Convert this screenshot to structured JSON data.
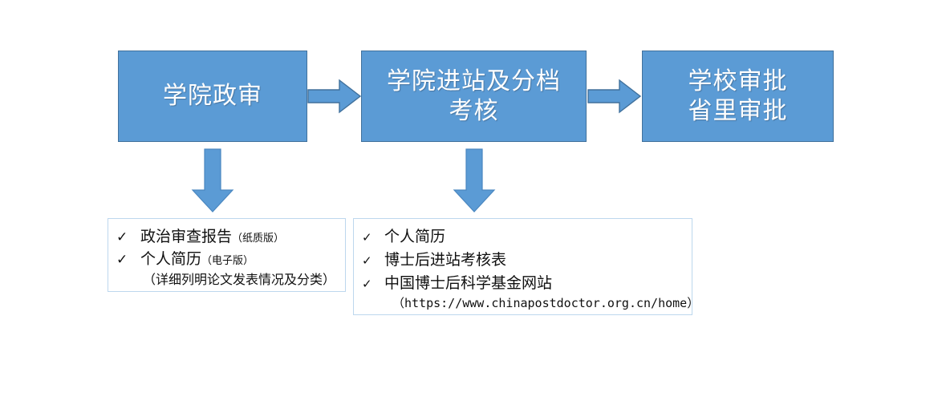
{
  "colors": {
    "box_fill": "#5B9BD5",
    "box_border": "#41719C",
    "arrow_fill": "#5B9BD5",
    "arrow_border": "#41719C",
    "note_border": "#BDD7EE",
    "box_text": "#FFFFFF",
    "note_text": "#101010",
    "page_background": "#FFFFFF"
  },
  "process": {
    "steps": [
      {
        "label": "学院政审"
      },
      {
        "label": "学院进站及分档\n考核"
      },
      {
        "label": "学校审批\n省里审批"
      }
    ]
  },
  "connectors": {
    "right_arrows": [
      {
        "name": "arrow-step1-to-step2"
      },
      {
        "name": "arrow-step2-to-step3"
      }
    ],
    "down_arrows": [
      {
        "name": "arrow-step1-to-note-left"
      },
      {
        "name": "arrow-step2-to-note-right"
      }
    ]
  },
  "notes": {
    "left": {
      "items": [
        {
          "check": "✓",
          "main": "政治审查报告",
          "paren": "（纸质版）"
        },
        {
          "check": "✓",
          "main": "个人简历",
          "paren": "（电子版）"
        }
      ],
      "sub_line": "（详细列明论文发表情况及分类）"
    },
    "right": {
      "items": [
        {
          "check": "✓",
          "main": "个人简历"
        },
        {
          "check": "✓",
          "main": "博士后进站考核表"
        },
        {
          "check": "✓",
          "main": "中国博士后科学基金网站"
        }
      ],
      "url_line": "（https://www.chinapostdoctor.org.cn/home）"
    }
  }
}
